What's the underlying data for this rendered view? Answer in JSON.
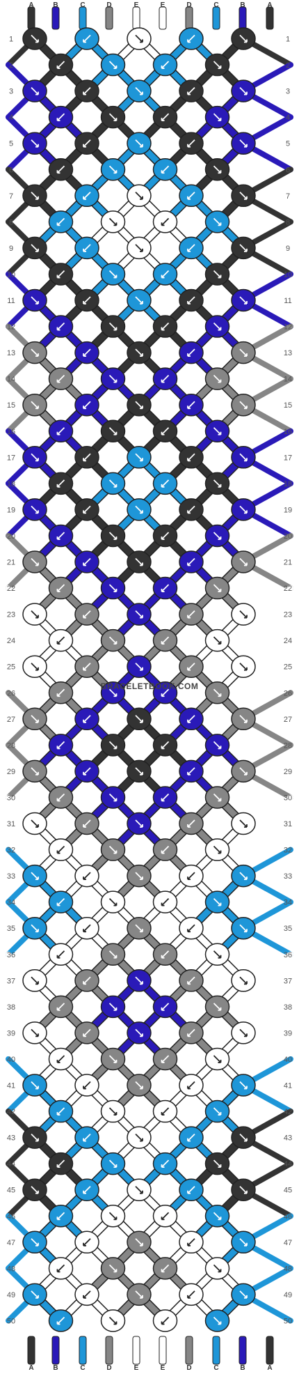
{
  "watermark": "BRACELETBOOK.COM",
  "strand_labels": [
    "A",
    "B",
    "C",
    "D",
    "E",
    "E",
    "D",
    "C",
    "B",
    "A"
  ],
  "colors": {
    "A": "#333333",
    "B": "#2a1ab8",
    "C": "#1e96d8",
    "D": "#868686",
    "E": "#ffffff"
  },
  "row_count": 50,
  "row_labels": [
    "1",
    "2",
    "3",
    "4",
    "5",
    "6",
    "7",
    "8",
    "9",
    "10",
    "11",
    "12",
    "13",
    "14",
    "15",
    "16",
    "17",
    "18",
    "19",
    "20",
    "21",
    "22",
    "23",
    "24",
    "25",
    "26",
    "27",
    "28",
    "29",
    "30",
    "31",
    "32",
    "33",
    "34",
    "35",
    "36",
    "37",
    "38",
    "39",
    "40",
    "41",
    "42",
    "43",
    "44",
    "45",
    "46",
    "47",
    "48",
    "49",
    "50"
  ],
  "knot_rows": [
    [
      "A",
      "C",
      "E",
      "C",
      "A"
    ],
    [
      "A",
      "C",
      "C",
      "A"
    ],
    [
      "B",
      "A",
      "C",
      "A",
      "B"
    ],
    [
      "B",
      "A",
      "A",
      "B"
    ],
    [
      "B",
      "A",
      "C",
      "A",
      "B"
    ],
    [
      "A",
      "C",
      "C",
      "A"
    ],
    [
      "A",
      "C",
      "E",
      "C",
      "A"
    ],
    [
      "C",
      "E",
      "E",
      "C"
    ],
    [
      "A",
      "C",
      "E",
      "C",
      "A"
    ],
    [
      "A",
      "C",
      "C",
      "A"
    ],
    [
      "B",
      "A",
      "C",
      "A",
      "B"
    ],
    [
      "B",
      "A",
      "A",
      "B"
    ],
    [
      "D",
      "B",
      "A",
      "B",
      "D"
    ],
    [
      "D",
      "B",
      "B",
      "D"
    ],
    [
      "D",
      "B",
      "A",
      "B",
      "D"
    ],
    [
      "B",
      "A",
      "A",
      "B"
    ],
    [
      "B",
      "A",
      "C",
      "A",
      "B"
    ],
    [
      "A",
      "C",
      "C",
      "A"
    ],
    [
      "B",
      "A",
      "C",
      "A",
      "B"
    ],
    [
      "B",
      "A",
      "A",
      "B"
    ],
    [
      "D",
      "B",
      "A",
      "B",
      "D"
    ],
    [
      "D",
      "B",
      "B",
      "D"
    ],
    [
      "E",
      "D",
      "B",
      "D",
      "E"
    ],
    [
      "E",
      "D",
      "D",
      "E"
    ],
    [
      "E",
      "D",
      "B",
      "D",
      "E"
    ],
    [
      "D",
      "B",
      "B",
      "D"
    ],
    [
      "D",
      "B",
      "A",
      "B",
      "D"
    ],
    [
      "B",
      "A",
      "A",
      "B"
    ],
    [
      "D",
      "B",
      "A",
      "B",
      "D"
    ],
    [
      "D",
      "B",
      "B",
      "D"
    ],
    [
      "E",
      "D",
      "B",
      "D",
      "E"
    ],
    [
      "E",
      "D",
      "D",
      "E"
    ],
    [
      "C",
      "E",
      "D",
      "E",
      "C"
    ],
    [
      "C",
      "E",
      "E",
      "C"
    ],
    [
      "C",
      "E",
      "D",
      "E",
      "C"
    ],
    [
      "E",
      "D",
      "D",
      "E"
    ],
    [
      "E",
      "D",
      "B",
      "D",
      "E"
    ],
    [
      "D",
      "B",
      "B",
      "D"
    ],
    [
      "E",
      "D",
      "B",
      "D",
      "E"
    ],
    [
      "E",
      "D",
      "D",
      "E"
    ],
    [
      "C",
      "E",
      "D",
      "E",
      "C"
    ],
    [
      "C",
      "E",
      "E",
      "C"
    ],
    [
      "A",
      "C",
      "E",
      "C",
      "A"
    ],
    [
      "A",
      "C",
      "C",
      "A"
    ],
    [
      "A",
      "C",
      "E",
      "C",
      "A"
    ],
    [
      "C",
      "E",
      "E",
      "C"
    ],
    [
      "C",
      "E",
      "D",
      "E",
      "C"
    ],
    [
      "E",
      "D",
      "D",
      "E"
    ],
    [
      "C",
      "E",
      "D",
      "E",
      "C"
    ],
    [
      "C",
      "E",
      "E",
      "C"
    ]
  ]
}
